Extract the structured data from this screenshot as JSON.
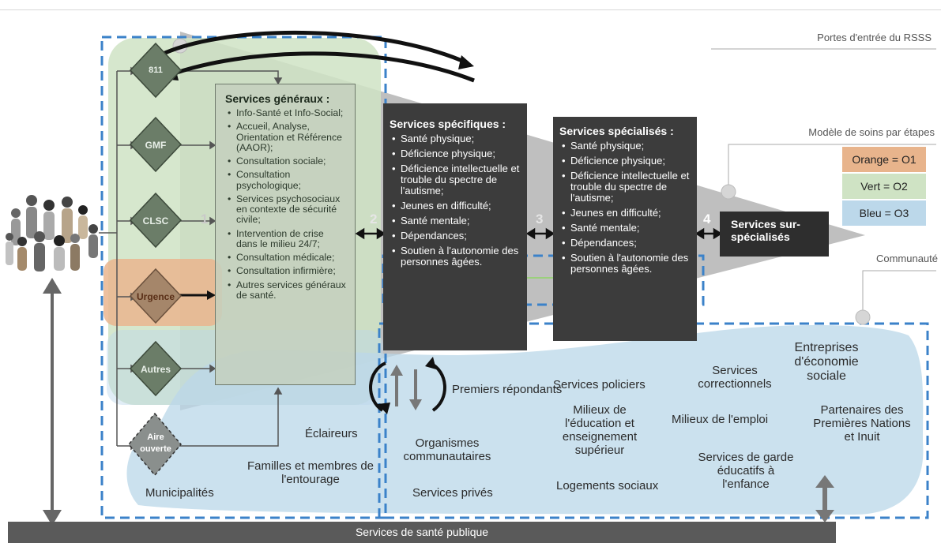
{
  "header": {
    "entry_doors": "Portes d'entrée du RSSS",
    "stepped_care": "Modèle de soins par étapes",
    "community": "Communauté"
  },
  "legend": [
    {
      "label": "Orange = O1",
      "color": "#e8b48c"
    },
    {
      "label": "Vert = O2",
      "color": "#cfe3c4"
    },
    {
      "label": "Bleu = O3",
      "color": "#bcd8ea"
    }
  ],
  "doors": [
    {
      "label": "811"
    },
    {
      "label": "GMF"
    },
    {
      "label": "CLSC"
    },
    {
      "label": "Urgence"
    },
    {
      "label": "Autres"
    },
    {
      "label": "Aire ouverte"
    }
  ],
  "step_numbers": [
    "1",
    "2",
    "3",
    "4"
  ],
  "general_services": {
    "title": "Services généraux :",
    "items": [
      "Info-Santé et Info-Social;",
      "Accueil, Analyse, Orientation et Référence (AAOR);",
      "Consultation sociale;",
      "Consultation psychologique;",
      "Services psychosociaux en contexte de sécurité civile;",
      "Intervention de crise dans le milieu 24/7;",
      "Consultation médicale;",
      "Consultation infirmière;",
      "Autres services généraux de santé."
    ]
  },
  "specific_services": {
    "title": "Services spécifiques :",
    "items": [
      "Santé physique;",
      "Déficience physique;",
      "Déficience intellectuelle et trouble du spectre de l'autisme;",
      "Jeunes en difficulté;",
      "Santé mentale;",
      "Dépendances;",
      "Soutien à l'autonomie des personnes âgées."
    ]
  },
  "specialized_services": {
    "title": "Services spécialisés :",
    "items": [
      "Santé physique;",
      "Déficience physique;",
      "Déficience intellectuelle et trouble du spectre de l'autisme;",
      "Jeunes en difficulté;",
      "Santé mentale;",
      "Dépendances;",
      "Soutien à l'autonomie des personnes âgées."
    ]
  },
  "super_specialized": "Services sur-spécialisés",
  "community_actors": {
    "first_responders": "Premiers répondants",
    "police": "Services policiers",
    "correctional": "Services correctionnels",
    "social_economy": "Entreprises d'économie sociale",
    "education": "Milieux de l'éducation et enseignement supérieur",
    "employment": "Milieux de l'emploi",
    "first_nations": "Partenaires des Premières Nations et Inuit",
    "scouts": "Éclaireurs",
    "community_orgs": "Organismes communautaires",
    "families": "Familles et membres de l'entourage",
    "municipalities": "Municipalités",
    "private_services": "Services privés",
    "social_housing": "Logements sociaux",
    "childcare": "Services de garde éducatifs à l'enfance"
  },
  "public_health": "Services de santé publique"
}
